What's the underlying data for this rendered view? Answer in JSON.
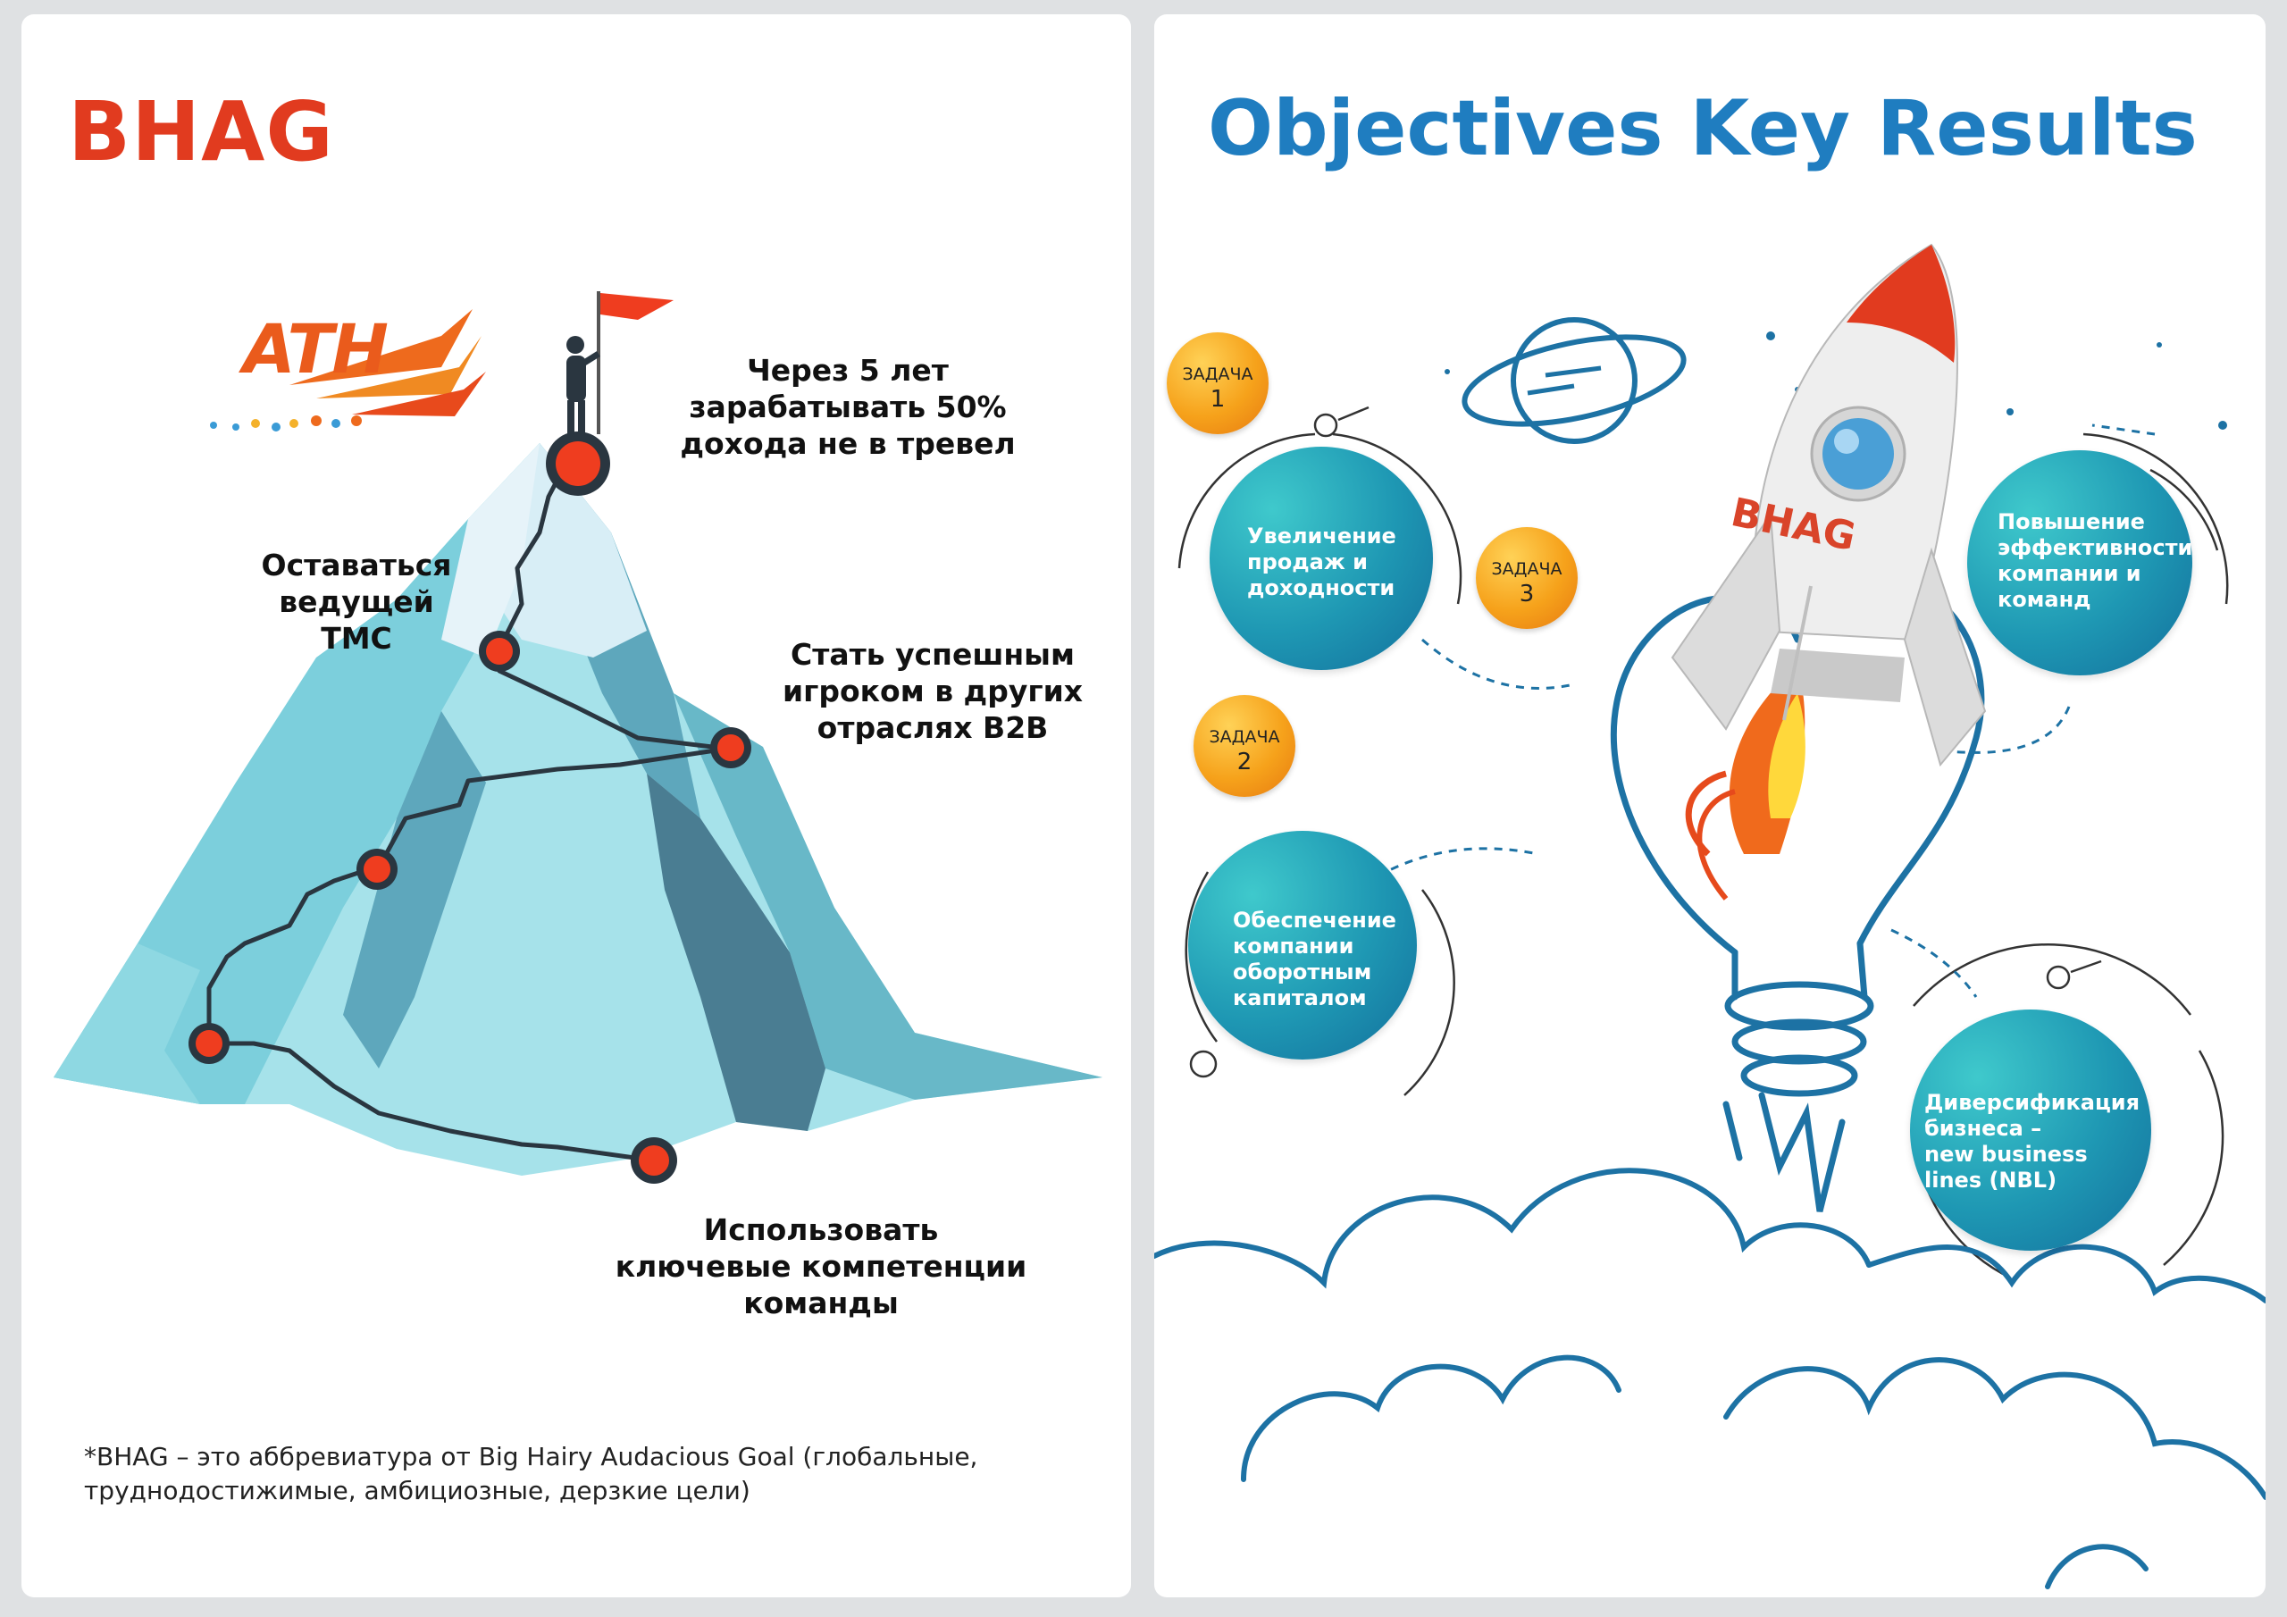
{
  "left_panel": {
    "title": "BHAG",
    "logo_text": "ATH",
    "goals": [
      {
        "lines": [
          "Через 5 лет",
          "зарабатывать 50%",
          "дохода не в тревел"
        ]
      },
      {
        "lines": [
          "Оставаться",
          "ведущей",
          "ТМС"
        ]
      },
      {
        "lines": [
          "Стать успешным",
          "игроком в других",
          "отраслях B2B"
        ]
      },
      {
        "lines": [
          "Использовать",
          "ключевые компетенции",
          "команды"
        ]
      }
    ],
    "footnote_lines": [
      "*BHAG – это аббревиатура от Big Hairy Audacious Goal (глобальные,",
      "труднодостижимые, амбициозные, дерзкие цели)"
    ]
  },
  "right_panel": {
    "title": "Objectives Key Results",
    "rocket_label": "BHAG",
    "objectives": [
      {
        "lines": [
          "Увеличение",
          "продаж и",
          "доходности"
        ]
      },
      {
        "lines": [
          "Повышение",
          "эффективности",
          "компании и",
          "команд"
        ]
      },
      {
        "lines": [
          "Обеспечение",
          "компании",
          "оборотным",
          "капиталом"
        ]
      },
      {
        "lines": [
          "Диверсификация",
          "бизнеса –",
          "new business",
          "lines (NBL)"
        ]
      }
    ],
    "tasks": [
      {
        "label": "ЗАДАЧА",
        "number": "1"
      },
      {
        "label": "ЗАДАЧА",
        "number": "3"
      },
      {
        "label": "ЗАДАЧА",
        "number": "2"
      }
    ]
  },
  "colors": {
    "bhag_red": "#e13b1f",
    "okr_blue": "#1f7dc0",
    "mountain_light": "#a6e2ea",
    "mountain_dark": "#4a7d92",
    "objective_teal": "#1e97b3",
    "task_orange": "#f6a21b",
    "outline_blue": "#1d72a4"
  }
}
